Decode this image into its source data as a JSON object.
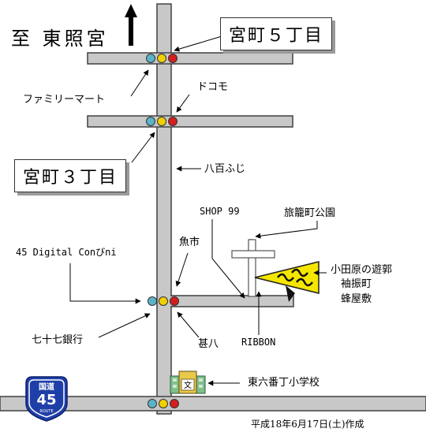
{
  "destination": "至 東照宮",
  "boxes": {
    "miyamachi5": "宮町５丁目",
    "miyamachi3": "宮町３丁目"
  },
  "labels": {
    "familymart": "ファミリーマート",
    "docomo": "ドコモ",
    "yaofuji": "八百ふじ",
    "shop99": "SHOP 99",
    "hatagomachi_park": "旅籠町公園",
    "digital_conveni": "45 Digital Conびni",
    "uoichi": "魚市",
    "odawara_line1": "小田原の遊郭",
    "odawara_line2": "袖振町",
    "odawara_line3": "蜂屋敷",
    "shichijushichi": "七十七銀行",
    "jinpachi": "甚八",
    "ribbon": "RIBBON",
    "school": "東六番丁小学校"
  },
  "route_sign": {
    "top": "国道",
    "number": "45",
    "bottom": "ROUTE"
  },
  "footer_date": "平成18年6月17日(土)作成",
  "colors": {
    "road": "#c8c8c8",
    "signal_blue": "#5ab4c8",
    "signal_yellow": "#f0d000",
    "signal_red": "#d21e1e",
    "route_sign_blue": "#1f3fa8",
    "marker_yellow": "#f5e600"
  }
}
